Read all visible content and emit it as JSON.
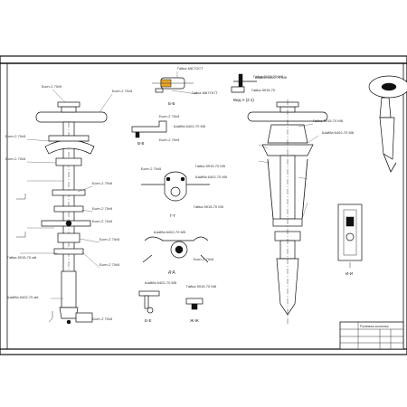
{
  "drawing": {
    "callouts": {
      "bolt_1": "Болт-2 70х9",
      "bolt_2": "Болт-2 70х5",
      "bolt_3": "Болт-2 70х5",
      "bolt_4": "Болт-2 70х5",
      "bolt_5": "Болт-2 70х5",
      "bolt_6": "Болт-2 70х9",
      "bolt_7": "Болт-2 70х5",
      "bolt_8": "Болт-2 70х5",
      "bolt_9": "Болт-2 70х5",
      "bolt_10": "Болт-2 70х5",
      "bolt_11": "Болт-2 70х5",
      "bolt_12": "Болт-2 70х5",
      "bolt_13": "Болт-2 70х5",
      "bolt_14": "Болт-2 70х5",
      "nut_1": "Гайка М8 ГОСТ",
      "nut_2": "Гайка М8 ГОСТ",
      "left_a": "Гайка 5915-70 м6",
      "left_b": "Шайба 6402-70 м6",
      "mid_1": "Шайба 6402-70 М5",
      "mid_2": "Гайка 5915-70 М5",
      "mid_3": "Шайба 6402-70 М5",
      "mid_4": "Гайка 5915-70 М5",
      "mid_5": "Шайба 6402-70 М5",
      "right_1": "Гайка 5915-70 М8",
      "right_2": "Гайка 5915-70",
      "right_3": "Шайба 6402-70 М8",
      "right_4": "Гайка 5915-70 М8",
      "right_5": "Шайба 6402-70 М8",
      "box_1": "Шайба 6402-70 М5",
      "box_2": "Гайка 5915-70 М8"
    },
    "sections": {
      "b_b": "Б-Б",
      "v_v": "В-В",
      "g_g": "Г-Г",
      "d_d": "Д-Д",
      "e_e": "Е-Е",
      "zh_zh": "Ж-Ж",
      "i_i": "И-И",
      "k_k": "Вид А (2:1)"
    },
    "title_block": {
      "name": "Рулевая колонка",
      "row1": "",
      "row2": ""
    }
  }
}
